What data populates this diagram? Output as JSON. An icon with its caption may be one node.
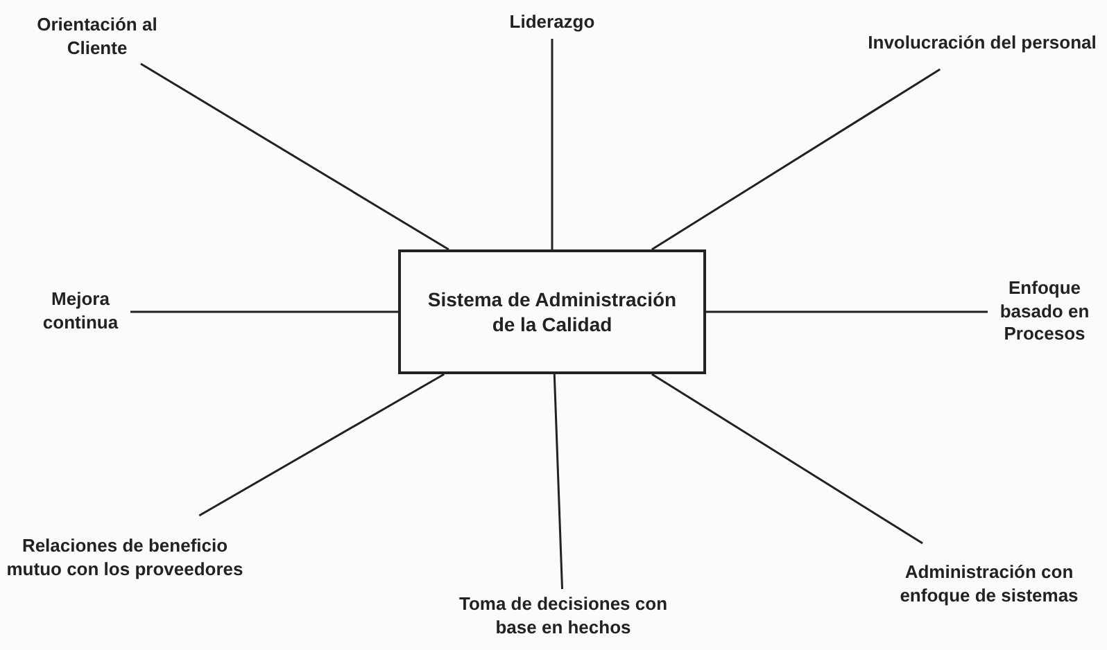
{
  "diagram": {
    "nodes": [
      {
        "text": [
          "Liderazgo"
        ]
      },
      {
        "text": [
          "Orientación al Cliente"
        ]
      },
      {
        "text": [
          "Involucración del personal"
        ]
      },
      {
        "text": [
          "Sistema de Administración de la Calidad"
        ]
      },
      {
        "text": [
          "Mejora continua"
        ]
      },
      {
        "text": [
          "Enfoque basado en Procesos"
        ]
      },
      {
        "text": [
          "Relaciones de beneficio mutuo con los proveedores"
        ]
      },
      {
        "text": [
          "Administración con enfoque de sistemas"
        ]
      },
      {
        "text": [
          "Toma de decisiones con base en hechos"
        ]
      }
    ],
    "edges": [
      {
        "from": 3,
        "to": 0,
        "arrow": "none"
      },
      {
        "from": 3,
        "to": 1,
        "arrow": "none"
      },
      {
        "from": 3,
        "to": 2,
        "arrow": "none"
      },
      {
        "from": 3,
        "to": 4,
        "arrow": "none"
      },
      {
        "from": 3,
        "to": 5,
        "arrow": "none"
      },
      {
        "from": 3,
        "to": 6,
        "arrow": "none"
      },
      {
        "from": 3,
        "to": 7,
        "arrow": "none"
      },
      {
        "from": 3,
        "to": 8,
        "arrow": "none"
      }
    ]
  }
}
